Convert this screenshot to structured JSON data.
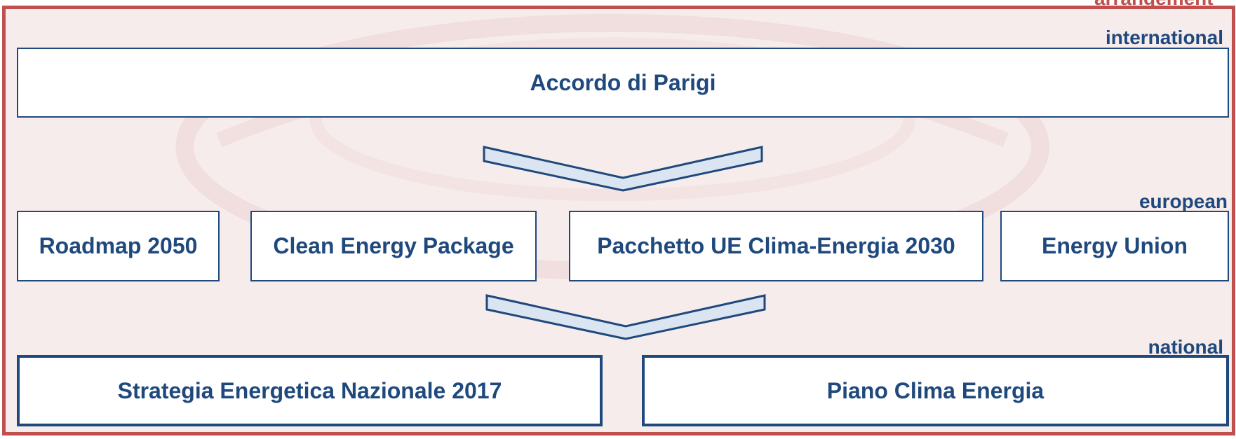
{
  "header_label": "arrangement",
  "levels": {
    "international": "international",
    "european": "european",
    "national": "national"
  },
  "boxes": {
    "international": "Accordo di Parigi",
    "european": [
      "Roadmap 2050",
      "Clean Energy Package",
      "Pacchetto UE Clima-Energia 2030",
      "Energy Union"
    ],
    "national": [
      "Strategia Energetica Nazionale 2017",
      "Piano Clima Energia"
    ]
  },
  "colors": {
    "frame_border": "#c0504d",
    "background": "#f7ecec",
    "box_text": "#1f497d",
    "chevron_fill": "#dbe5f1"
  }
}
